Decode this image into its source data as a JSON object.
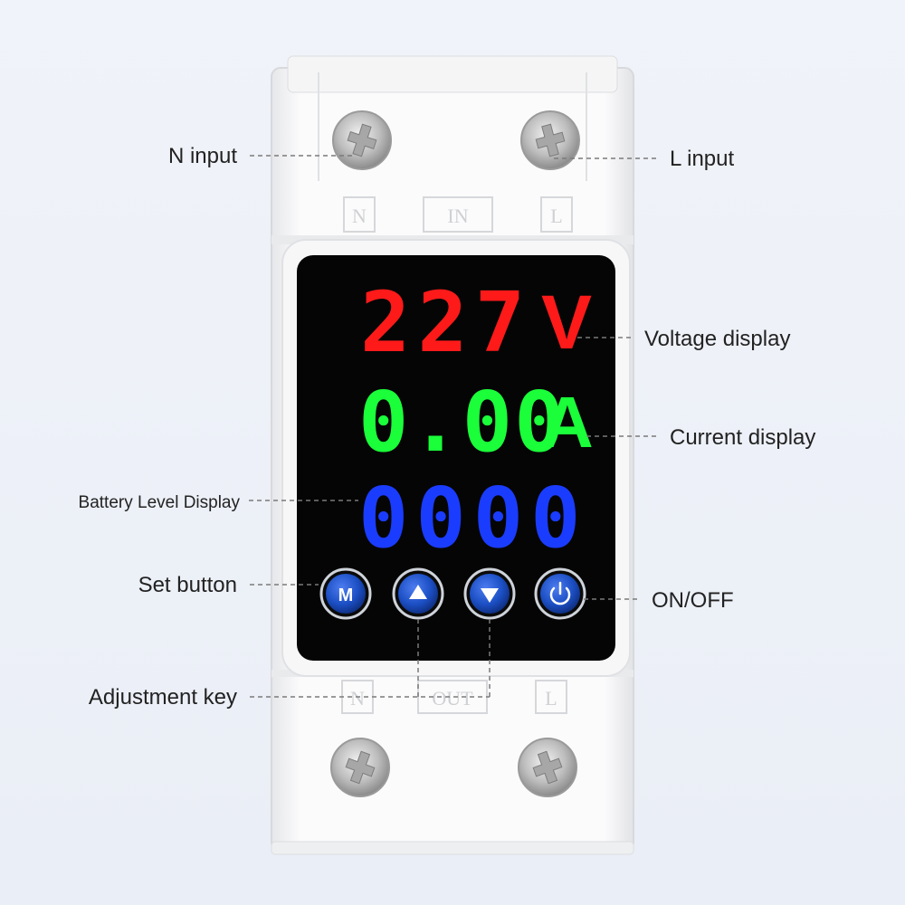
{
  "labels": {
    "n_input": "N input",
    "l_input": "L input",
    "voltage_display": "Voltage display",
    "current_display": "Current display",
    "battery_level_display": "Battery Level Display",
    "set_button": "Set button",
    "on_off": "ON/OFF",
    "adjustment_key": "Adjustment key"
  },
  "device": {
    "top_markings": [
      "N",
      "IN",
      "L"
    ],
    "bottom_markings": [
      "N",
      "OUT",
      "L"
    ],
    "voltage": {
      "digits": "227",
      "unit": "V",
      "color": "#ff1a1a"
    },
    "current": {
      "digits": "0.00",
      "unit": "A",
      "color": "#1aff3a"
    },
    "third_row": {
      "digits": "0000",
      "color": "#1a3cff"
    },
    "buttons": [
      {
        "label": "M",
        "icon": "m-letter"
      },
      {
        "label": "▲",
        "icon": "up-triangle-icon"
      },
      {
        "label": "▼",
        "icon": "down-triangle-icon"
      },
      {
        "label": "⏻",
        "icon": "power-icon"
      }
    ]
  },
  "colors": {
    "background": "#eef2f8",
    "body": "#f7f7f8",
    "screen": "#050505",
    "button_blue": "#1c4fc4"
  }
}
